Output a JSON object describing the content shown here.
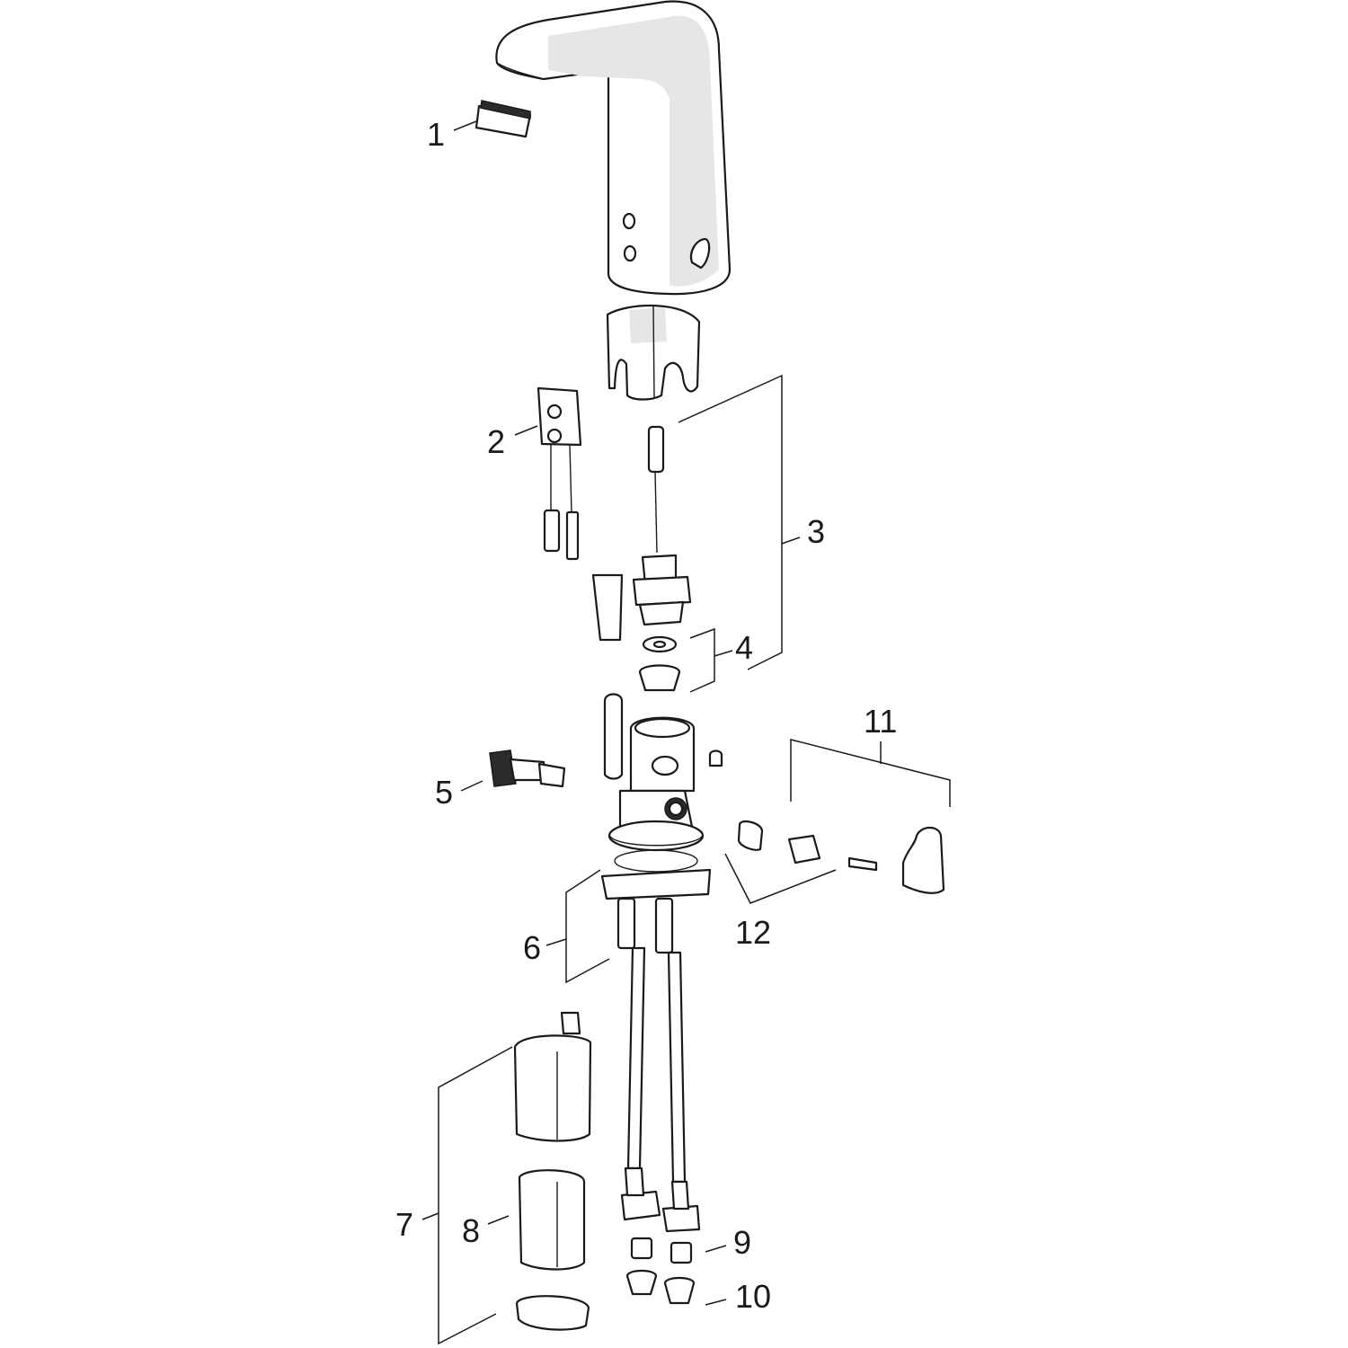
{
  "diagram": {
    "type": "exploded-parts-diagram",
    "subject": "electronic washbasin faucet",
    "callouts": [
      {
        "id": "1",
        "label": "1",
        "part": "aerator"
      },
      {
        "id": "2",
        "label": "2",
        "part": "sensor connection block with cables"
      },
      {
        "id": "3",
        "label": "3",
        "part": "solenoid valve assembly with cable"
      },
      {
        "id": "4",
        "label": "4",
        "part": "valve seal and filter set"
      },
      {
        "id": "5",
        "label": "5",
        "part": "thermostatic cartridge"
      },
      {
        "id": "6",
        "label": "6",
        "part": "mounting set with base plate and threaded studs"
      },
      {
        "id": "7",
        "label": "7",
        "part": "battery box set"
      },
      {
        "id": "8",
        "label": "8",
        "part": "battery"
      },
      {
        "id": "9",
        "label": "9",
        "part": "check valves"
      },
      {
        "id": "10",
        "label": "10",
        "part": "filter inserts"
      },
      {
        "id": "11",
        "label": "11",
        "part": "temperature lever set"
      },
      {
        "id": "12",
        "label": "12",
        "part": "lever adapter and bushing"
      }
    ]
  }
}
